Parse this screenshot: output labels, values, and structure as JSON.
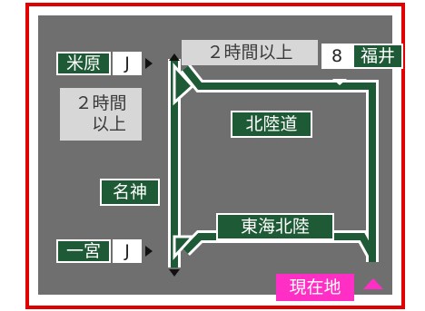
{
  "colors": {
    "accent_red": "#e00000",
    "road_green": "#1f5a36",
    "current_magenta": "#ff2ec4",
    "background": "#6f6f6f"
  },
  "map": {
    "junctions": [
      {
        "name": "米原",
        "type": "J"
      },
      {
        "name": "一宮",
        "type": "J"
      }
    ],
    "exit": {
      "number": "8",
      "name": "福井"
    },
    "time_top": "２時間以上",
    "time_left_line1": "２時間",
    "time_left_line2": "以上",
    "roads": {
      "hokuriku": "北陸道",
      "meishin": "名神",
      "tokai_hokuriku": "東海北陸"
    },
    "current_location": "現在地"
  }
}
